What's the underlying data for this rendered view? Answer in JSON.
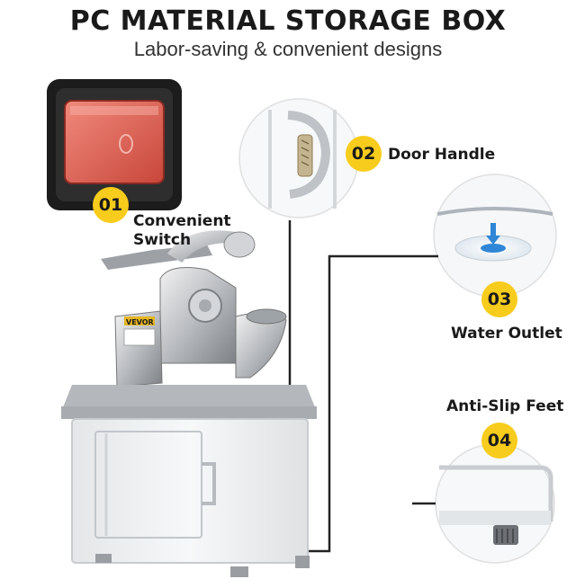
{
  "header": {
    "title": "PC MATERIAL STORAGE BOX",
    "subtitle": "Labor-saving & convenient designs"
  },
  "callouts": [
    {
      "number": "01",
      "label_line1": "Convenient",
      "label_line2": "Switch"
    },
    {
      "number": "02",
      "label": "Door Handle"
    },
    {
      "number": "03",
      "label": "Water Outlet"
    },
    {
      "number": "04",
      "label": "Anti-Slip Feet"
    }
  ],
  "product": {
    "brand": "VEVOR"
  },
  "colors": {
    "badge": "#f7cc1c",
    "switch_red": "#e05a4a",
    "water_blue": "#2f86d6"
  }
}
